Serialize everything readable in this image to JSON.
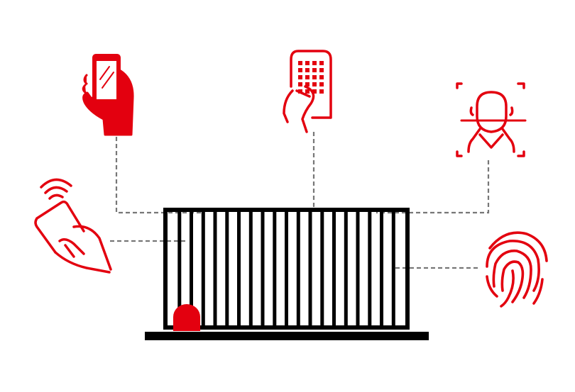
{
  "diagram": {
    "colors": {
      "accent": "#e3000f",
      "line": "#000000",
      "connector": "#777777",
      "background": "#ffffff"
    },
    "gate": {
      "bar_count": 20,
      "has_warning_light": true
    },
    "access_methods": [
      {
        "id": "smartphone",
        "icon": "smartphone-in-hand-icon"
      },
      {
        "id": "remote",
        "icon": "remote-control-in-hand-icon"
      },
      {
        "id": "face",
        "icon": "face-recognition-icon"
      },
      {
        "id": "rfid-card",
        "icon": "rfid-card-in-hand-icon"
      },
      {
        "id": "fingerprint",
        "icon": "fingerprint-icon"
      }
    ]
  }
}
